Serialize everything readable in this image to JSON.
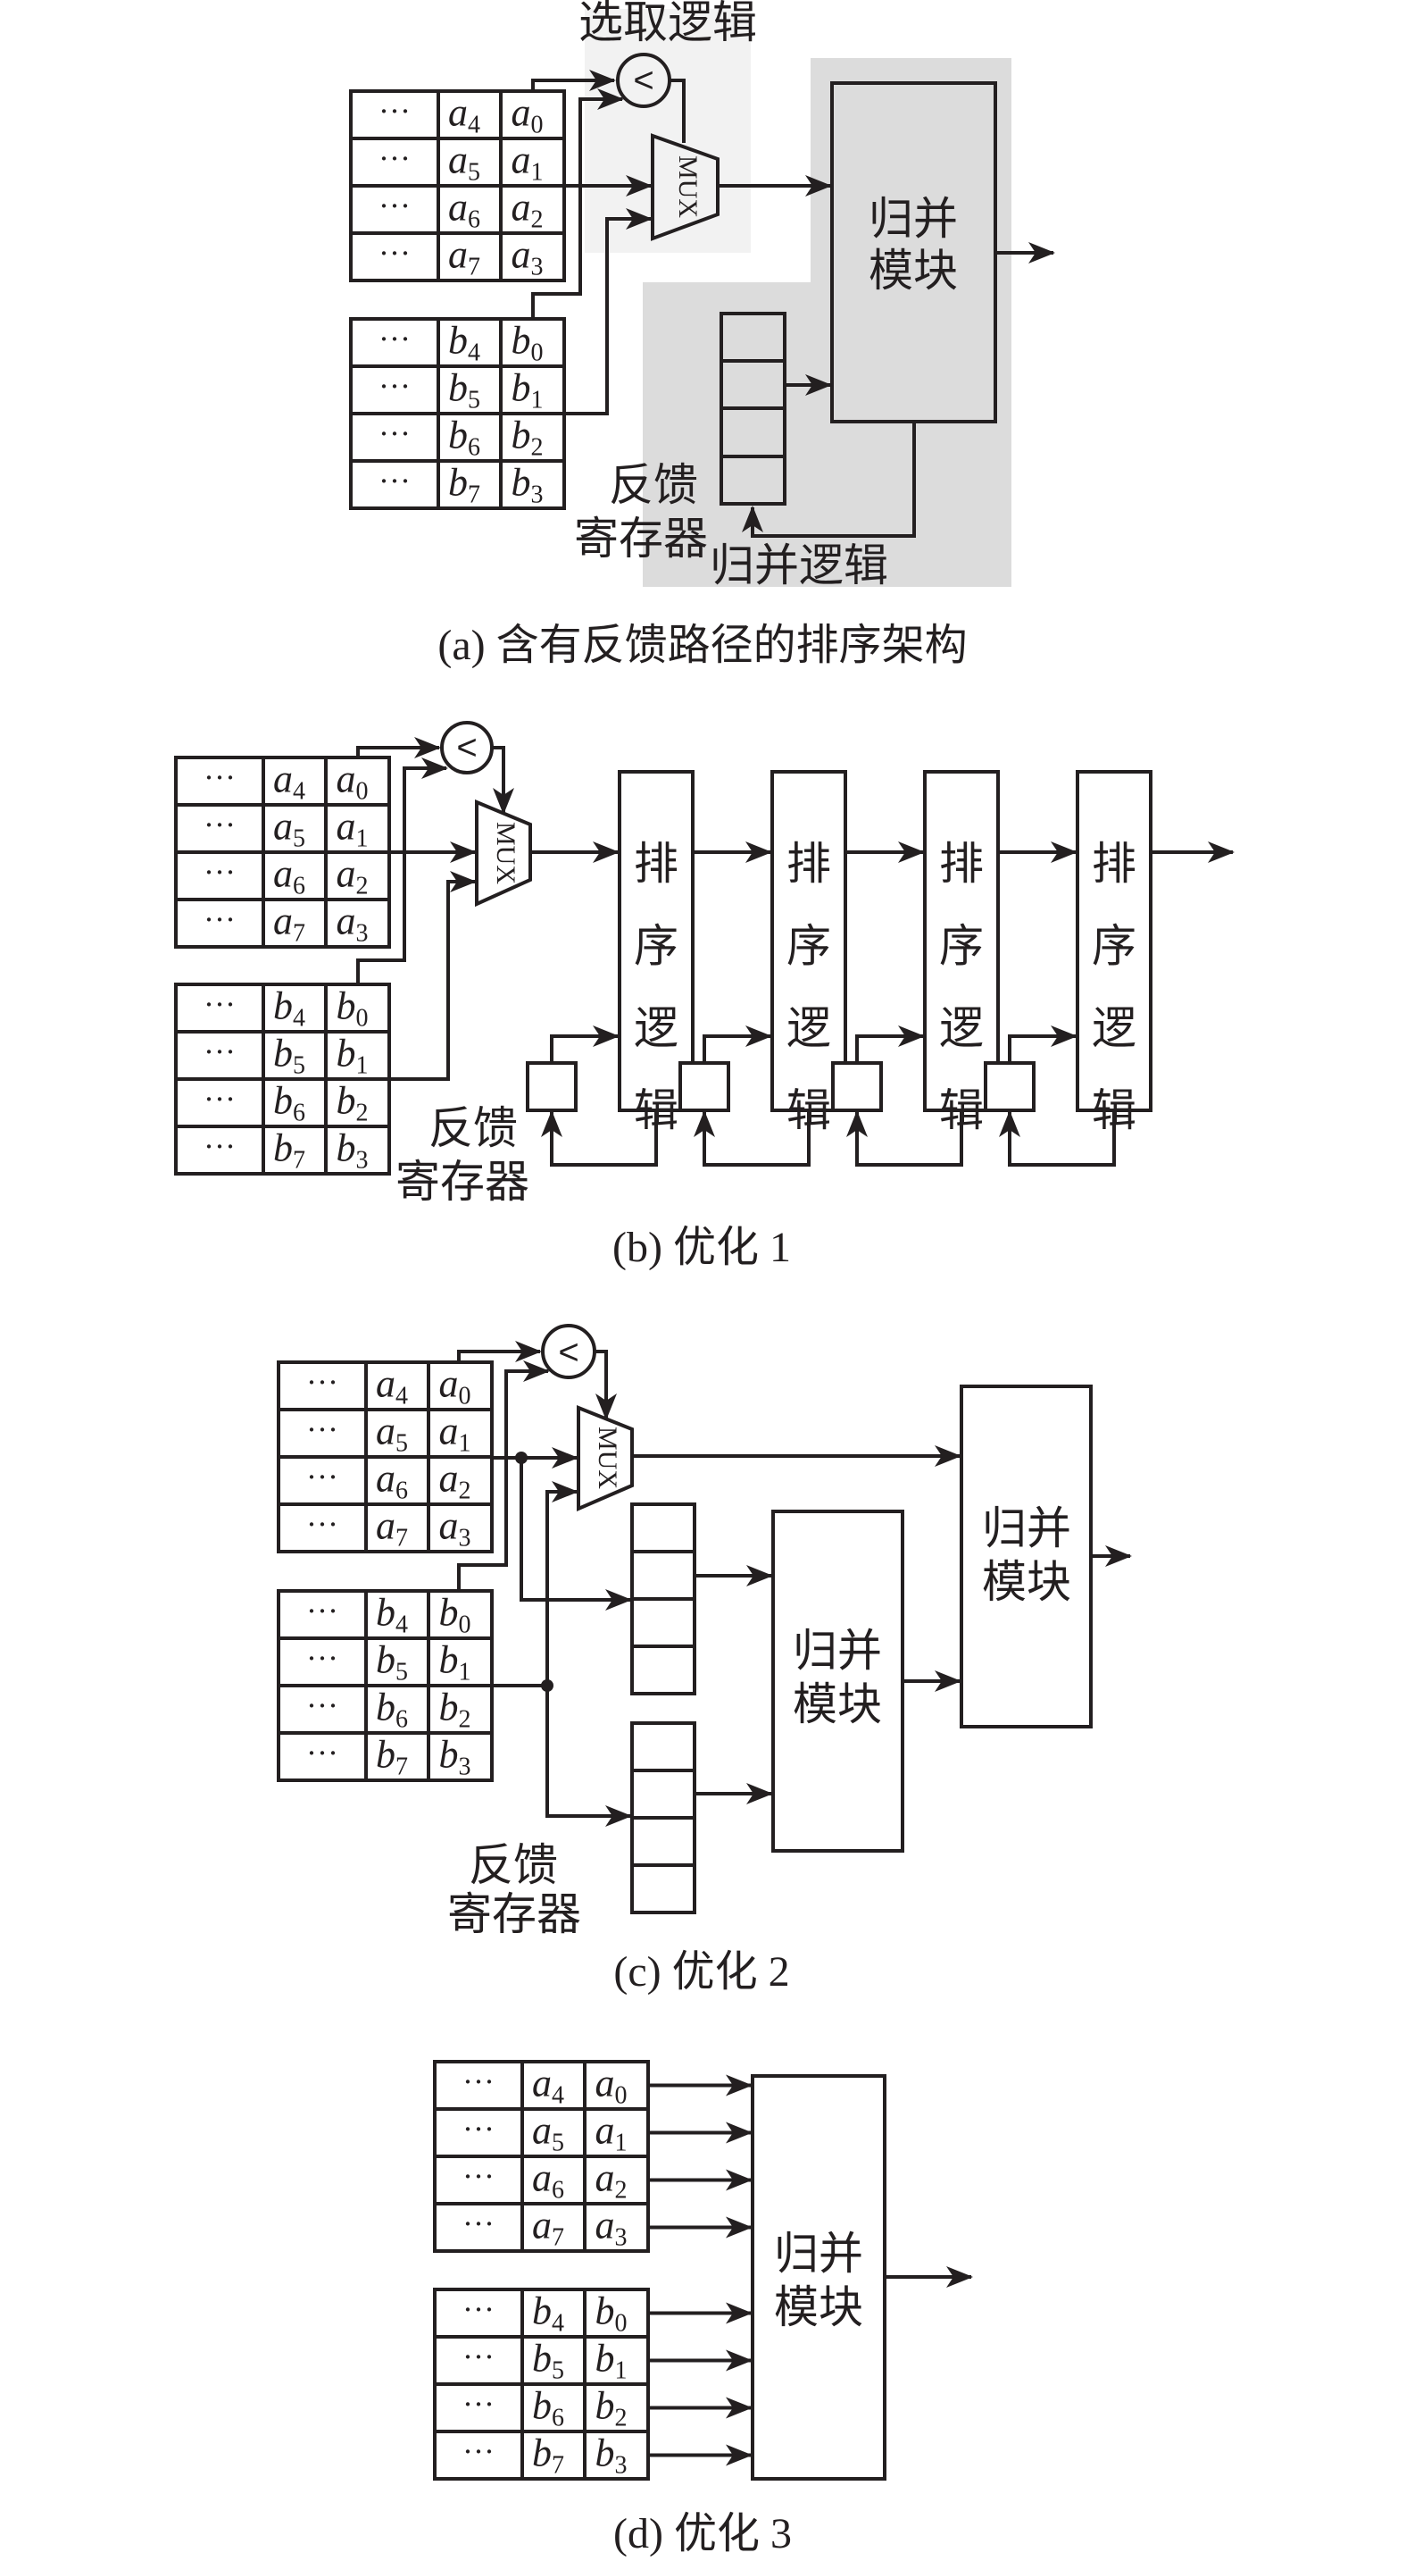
{
  "figure": {
    "colors": {
      "line": "#231f20",
      "select_logic_bg": "#f2f2f2",
      "merge_logic_bg": "#dcdcdc",
      "background": "#ffffff"
    },
    "common": {
      "ellipsis": "···",
      "mux_label": "MUX",
      "comparator_symbol": "<",
      "table_a": [
        {
          "hi": {
            "v": "a",
            "s": "4"
          },
          "lo": {
            "v": "a",
            "s": "0"
          }
        },
        {
          "hi": {
            "v": "a",
            "s": "5"
          },
          "lo": {
            "v": "a",
            "s": "1"
          }
        },
        {
          "hi": {
            "v": "a",
            "s": "6"
          },
          "lo": {
            "v": "a",
            "s": "2"
          }
        },
        {
          "hi": {
            "v": "a",
            "s": "7"
          },
          "lo": {
            "v": "a",
            "s": "3"
          }
        }
      ],
      "table_b": [
        {
          "hi": {
            "v": "b",
            "s": "4"
          },
          "lo": {
            "v": "b",
            "s": "0"
          }
        },
        {
          "hi": {
            "v": "b",
            "s": "5"
          },
          "lo": {
            "v": "b",
            "s": "1"
          }
        },
        {
          "hi": {
            "v": "b",
            "s": "6"
          },
          "lo": {
            "v": "b",
            "s": "2"
          }
        },
        {
          "hi": {
            "v": "b",
            "s": "7"
          },
          "lo": {
            "v": "b",
            "s": "3"
          }
        }
      ]
    },
    "panel_a": {
      "caption": "(a)  含有反馈路径的排序架构",
      "select_logic_label": "选取逻辑",
      "merge_block_line1": "归并",
      "merge_block_line2": "模块",
      "feedback_reg_line1": "反馈",
      "feedback_reg_line2": "寄存器",
      "merge_logic_label": "归并逻辑"
    },
    "panel_b": {
      "caption": "(b)  优化 1",
      "sort_block_chars": [
        "排",
        "序",
        "逻",
        "辑"
      ],
      "sort_block_count": 4,
      "feedback_reg_line1": "反馈",
      "feedback_reg_line2": "寄存器"
    },
    "panel_c": {
      "caption": "(c)  优化 2",
      "merge_block_line1": "归并",
      "merge_block_line2": "模块",
      "feedback_reg_line1": "反馈",
      "feedback_reg_line2": "寄存器"
    },
    "panel_d": {
      "caption": "(d)  优化 3",
      "merge_block_line1": "归并",
      "merge_block_line2": "模块"
    }
  }
}
